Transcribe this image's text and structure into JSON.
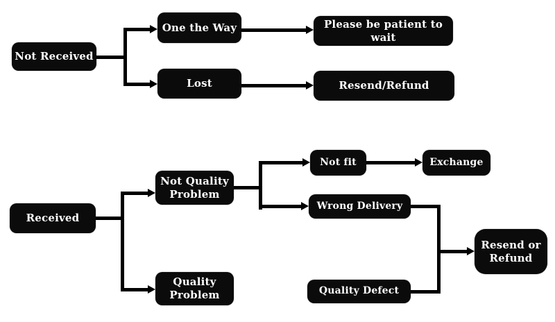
{
  "diagram": {
    "type": "flowchart",
    "nodes": {
      "not_received": {
        "label": "Not Received"
      },
      "one_the_way": {
        "label": "One the Way"
      },
      "please_wait": {
        "label": "Please be patient to wait"
      },
      "lost": {
        "label": "Lost"
      },
      "resend_refund": {
        "label": "Resend/Refund"
      },
      "received": {
        "label": "Received"
      },
      "not_quality_problem": {
        "label": "Not Quality Problem"
      },
      "quality_problem": {
        "label": "Quality Problem"
      },
      "not_fit": {
        "label": "Not fit"
      },
      "exchange": {
        "label": "Exchange"
      },
      "wrong_delivery": {
        "label": "Wrong Delivery"
      },
      "quality_defect": {
        "label": "Quality Defect"
      },
      "resend_or_refund": {
        "label": "Resend or Refund"
      }
    },
    "edges": [
      {
        "from": "not_received",
        "to": "one_the_way"
      },
      {
        "from": "not_received",
        "to": "lost"
      },
      {
        "from": "one_the_way",
        "to": "please_wait"
      },
      {
        "from": "lost",
        "to": "resend_refund"
      },
      {
        "from": "received",
        "to": "not_quality_problem"
      },
      {
        "from": "received",
        "to": "quality_problem"
      },
      {
        "from": "not_quality_problem",
        "to": "not_fit"
      },
      {
        "from": "not_quality_problem",
        "to": "wrong_delivery"
      },
      {
        "from": "not_fit",
        "to": "exchange"
      },
      {
        "from": "wrong_delivery",
        "to": "resend_or_refund"
      },
      {
        "from": "quality_problem",
        "to": "quality_defect"
      },
      {
        "from": "quality_defect",
        "to": "resend_or_refund"
      }
    ],
    "colors": {
      "node_bg": "#0b0b0b",
      "node_text": "#ffffff",
      "connector": "#000000",
      "canvas_bg": "#ffffff"
    }
  }
}
